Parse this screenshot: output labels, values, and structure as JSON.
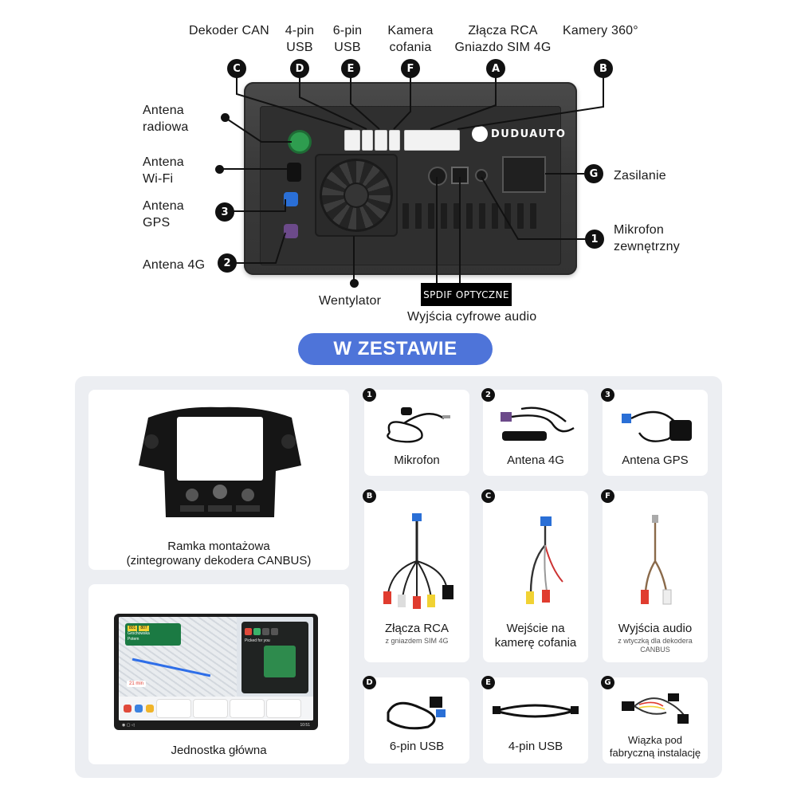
{
  "diagram": {
    "labels": {
      "dekoder_can": "Dekoder CAN",
      "usb4_line1": "4-pin",
      "usb4_line2": "USB",
      "usb6_line1": "6-pin",
      "usb6_line2": "USB",
      "kamera_line1": "Kamera",
      "kamera_line2": "cofania",
      "rca_line1": "Złącza RCA",
      "rca_line2": "Gniazdo SIM 4G",
      "kamery360": "Kamery 360°",
      "antena_radiowa_line1": "Antena",
      "antena_radiowa_line2": "radiowa",
      "antena_wifi_line1": "Antena",
      "antena_wifi_line2": "Wi-Fi",
      "antena_gps_line1": "Antena",
      "antena_gps_line2": "GPS",
      "antena_4g": "Antena 4G",
      "wentylator": "Wentylator",
      "spdif": "SPDIF OPTYCZNE",
      "wyjscia_cyfrowe": "Wyjścia cyfrowe audio",
      "zasilanie": "Zasilanie",
      "mikrofon_line1": "Mikrofon",
      "mikrofon_line2": "zewnętrzny",
      "brand": "DUDUAUTO"
    },
    "badges": {
      "C": "C",
      "D": "D",
      "E": "E",
      "F": "F",
      "A": "A",
      "B": "B",
      "G": "G",
      "one": "1",
      "two": "2",
      "three": "3"
    }
  },
  "banner": "W ZESTAWIE",
  "kit": {
    "frame": {
      "line1": "Ramka montażowa",
      "line2": "(zintegrowany dekodera CANBUS)"
    },
    "head_unit": {
      "label": "Jednostka główna"
    },
    "mikrofon": {
      "badge": "1",
      "label": "Mikrofon"
    },
    "antena4g": {
      "badge": "2",
      "label": "Antena 4G"
    },
    "antenagps": {
      "badge": "3",
      "label": "Antena GPS"
    },
    "rca": {
      "badge": "B",
      "label": "Złącza RCA",
      "sub": "z gniazdem SIM 4G"
    },
    "kamera": {
      "badge": "C",
      "line1": "Wejście na",
      "line2": "kamerę cofania"
    },
    "audio": {
      "badge": "F",
      "label": "Wyjścia audio",
      "sub1": "z wtyczką dla dekodera",
      "sub2": "CANBUS"
    },
    "usb6": {
      "badge": "D",
      "label": "6-pin USB"
    },
    "usb4": {
      "badge": "E",
      "label": "4-pin USB"
    },
    "wiazka": {
      "badge": "G",
      "line1": "Wiązka pod",
      "line2": "fabryczną instalację"
    }
  },
  "screen": {
    "nav_road": "Grochowska",
    "nav_pills": [
      "801",
      "807"
    ],
    "nav_next": "Potem",
    "eta": "21 min",
    "music_heading": "Picked for you",
    "time": "10:51"
  }
}
